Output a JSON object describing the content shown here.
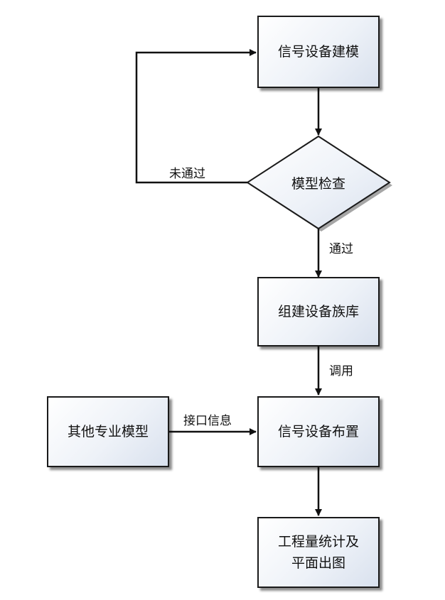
{
  "nodes": {
    "signal_modeling": "信号设备建模",
    "model_check": "模型检查",
    "build_family_library": "组建设备族库",
    "signal_layout": "信号设备布置",
    "other_models": "其他专业模型",
    "statistics_line1": "工程量统计及",
    "statistics_line2": "平面出图"
  },
  "edges": {
    "not_passed": "未通过",
    "passed": "通过",
    "invoke": "调用",
    "interface_info": "接口信息"
  }
}
